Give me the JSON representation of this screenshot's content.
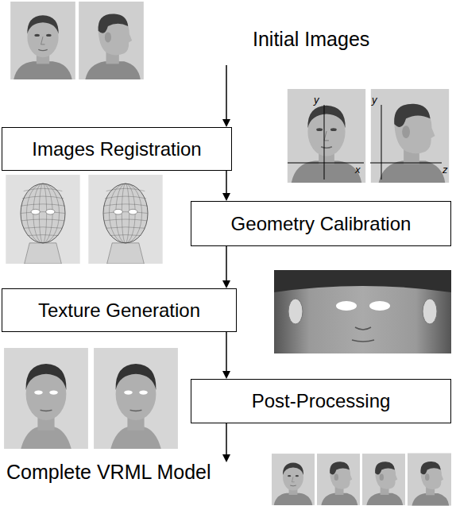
{
  "diagram": {
    "nodes": [
      {
        "text": [
          "Images Registration"
        ]
      },
      {
        "text": [
          "Geometry Calibration"
        ]
      },
      {
        "text": [
          "Texture Generation"
        ]
      },
      {
        "text": [
          "Post-Processing"
        ]
      }
    ],
    "edges": [
      {
        "from": 0,
        "to": 1,
        "arrow": "to"
      },
      {
        "from": 1,
        "to": 2,
        "arrow": "to"
      },
      {
        "from": 2,
        "to": 3,
        "arrow": "to"
      }
    ],
    "labels": [
      "Initial Images",
      "y",
      "x",
      "y",
      "z",
      "Complete VRML Model"
    ]
  }
}
